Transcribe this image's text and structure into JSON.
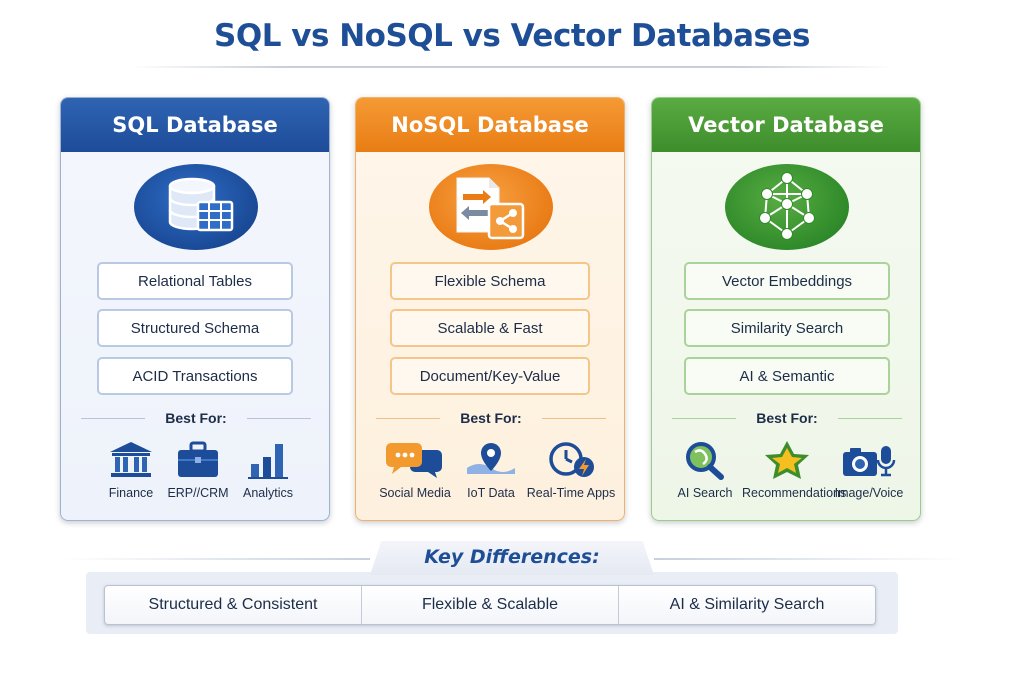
{
  "title": "SQL vs NoSQL vs Vector Databases",
  "colors": {
    "sql": "#1d4c99",
    "nosql": "#e97d14",
    "vector": "#3d8d2c",
    "title": "#1e4f96"
  },
  "columns": [
    {
      "id": "sql",
      "header": "SQL Database",
      "hero_icon": "database-table-icon",
      "features": [
        "Relational Tables",
        "Structured Schema",
        "ACID Transactions"
      ],
      "best_for_label": "Best For:",
      "use_cases": [
        {
          "label": "Finance",
          "icon": "bank-icon"
        },
        {
          "label": "ERP//CRM",
          "icon": "briefcase-icon"
        },
        {
          "label": "Analytics",
          "icon": "bar-chart-icon"
        }
      ]
    },
    {
      "id": "nosql",
      "header": "NoSQL Database",
      "hero_icon": "document-share-icon",
      "features": [
        "Flexible Schema",
        "Scalable & Fast",
        "Document/Key-Value"
      ],
      "best_for_label": "Best For:",
      "use_cases": [
        {
          "label": "Social Media",
          "icon": "chat-bubbles-icon"
        },
        {
          "label": "IoT Data",
          "icon": "map-pin-icon"
        },
        {
          "label": "Real-Time Apps",
          "icon": "clock-bolt-icon"
        }
      ]
    },
    {
      "id": "vector",
      "header": "Vector Database",
      "hero_icon": "network-graph-icon",
      "features": [
        "Vector Embeddings",
        "Similarity Search",
        "AI & Semantic"
      ],
      "best_for_label": "Best For:",
      "use_cases": [
        {
          "label": "AI Search",
          "icon": "magnifier-icon"
        },
        {
          "label": "Recommendations",
          "icon": "star-icon"
        },
        {
          "label": "Image/Voice",
          "icon": "camera-mic-icon"
        }
      ]
    }
  ],
  "key_differences": {
    "label": "Key Differences:",
    "items": [
      "Structured & Consistent",
      "Flexible & Scalable",
      "AI & Similarity Search"
    ]
  }
}
